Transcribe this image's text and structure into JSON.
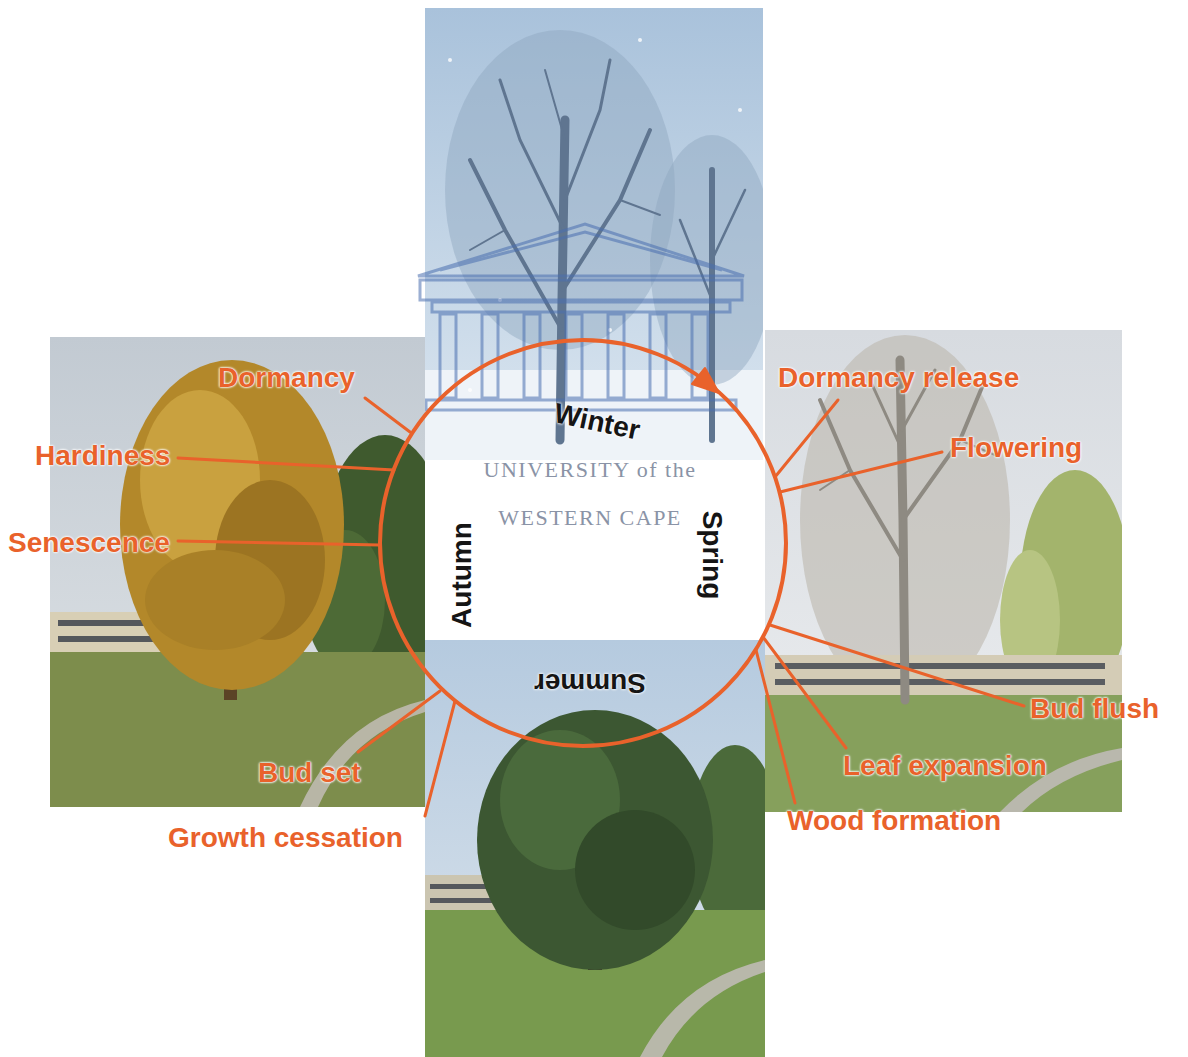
{
  "diagram": {
    "labels": [
      "Winter",
      "Dormancy",
      "Dormancy release",
      "Hardiness",
      "Flowering",
      "UNIVERSITY of the WESTERN CAPE",
      "Senescence",
      "Autumn",
      "Spring",
      "Summer",
      "Bud flush",
      "Leaf expansion",
      "Bud set",
      "Wood formation",
      "Growth cessation"
    ]
  }
}
